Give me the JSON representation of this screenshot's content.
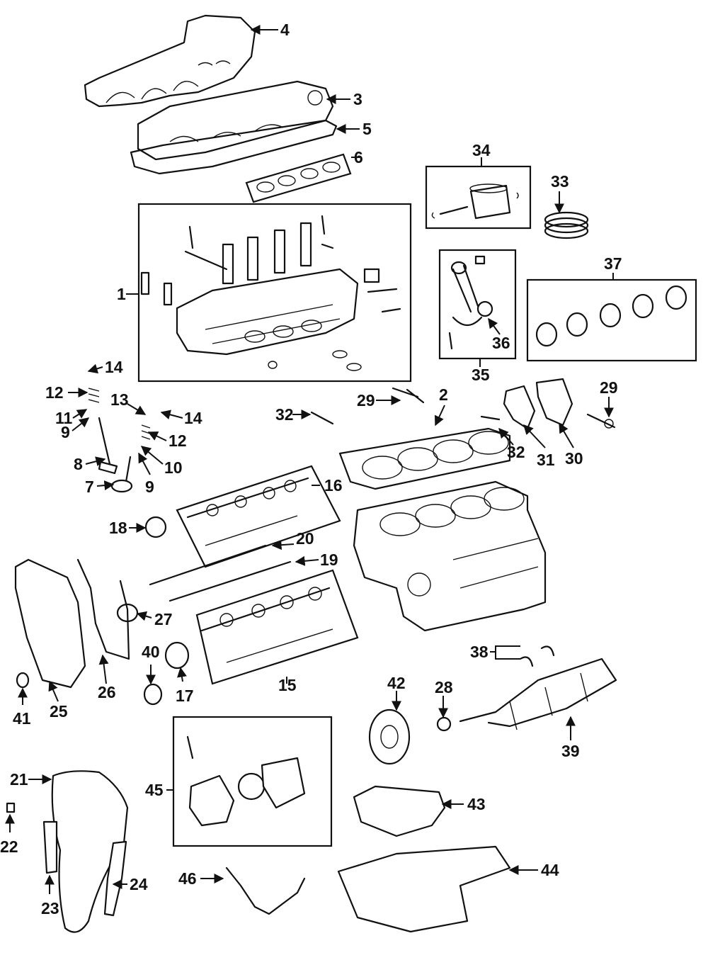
{
  "callouts": [
    "1",
    "2",
    "3",
    "4",
    "5",
    "6",
    "7",
    "8",
    "9",
    "9",
    "10",
    "11",
    "12",
    "12",
    "13",
    "14",
    "14",
    "15",
    "16",
    "17",
    "18",
    "19",
    "20",
    "21",
    "22",
    "23",
    "24",
    "25",
    "26",
    "27",
    "28",
    "29",
    "29",
    "30",
    "31",
    "32",
    "32",
    "33",
    "34",
    "35",
    "36",
    "37",
    "38",
    "39",
    "40",
    "41",
    "42",
    "43",
    "44",
    "45",
    "46"
  ]
}
